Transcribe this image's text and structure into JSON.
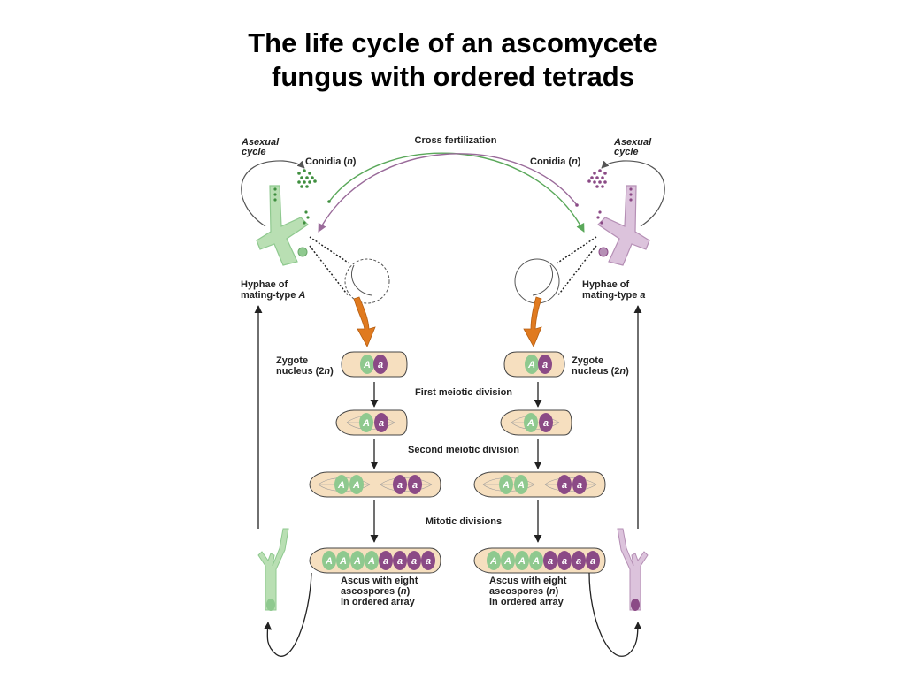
{
  "title": {
    "line1": "The life cycle of an ascomycete",
    "line2": "fungus with ordered tetrads"
  },
  "labels": {
    "cross_fertilization": "Cross fertilization",
    "asexual_left_1": "Asexual",
    "asexual_left_2": "cycle",
    "asexual_right_1": "Asexual",
    "asexual_right_2": "cycle",
    "conidia_left": "Conidia (n)",
    "conidia_right": "Conidia (n)",
    "hyphae_left_1": "Hyphae of",
    "hyphae_left_2": "mating-type A",
    "hyphae_right_1": "Hyphae of",
    "hyphae_right_2": "mating-type a",
    "zygote_left_1": "Zygote",
    "zygote_left_2": "nucleus (2n)",
    "zygote_right_1": "Zygote",
    "zygote_right_2": "nucleus (2n)",
    "first_meiotic": "First meiotic division",
    "second_meiotic": "Second meiotic division",
    "mitotic": "Mitotic divisions",
    "ascus_left_1": "Ascus with eight",
    "ascus_left_2": "ascospores (n)",
    "ascus_left_3": "in ordered array",
    "ascus_right_1": "Ascus with eight",
    "ascus_right_2": "ascospores (n)",
    "ascus_right_3": "in ordered array"
  },
  "alleles": {
    "dominant": "A",
    "recessive": "a"
  },
  "colors": {
    "mating_A": "#8fc98f",
    "mating_a": "#8b4a86",
    "ascus_fill": "#f6dfbf",
    "arrow_orange": "#e07a1f",
    "green_line": "#5aa85a",
    "purple_line": "#9a6b9a"
  }
}
